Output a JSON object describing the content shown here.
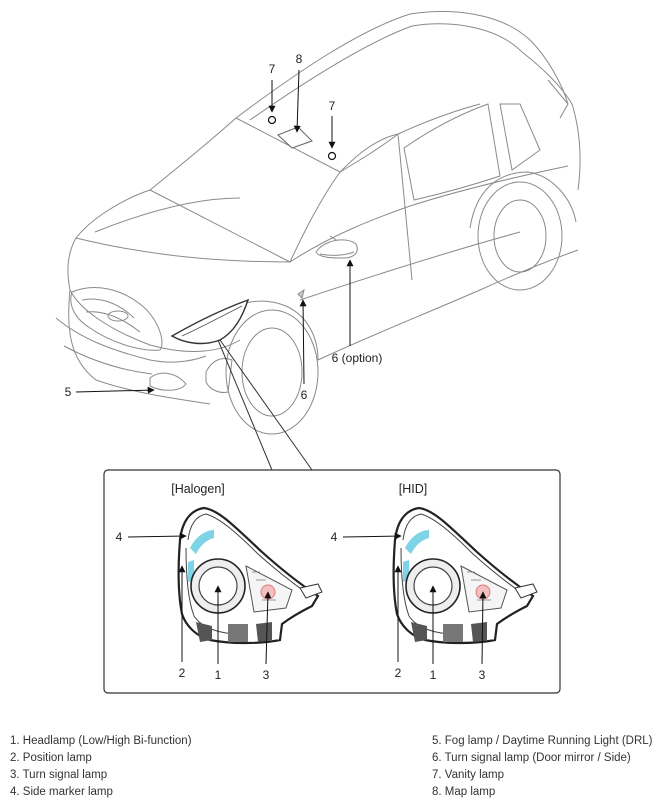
{
  "callouts": {
    "vanity_left": "7",
    "map_lamp": "8",
    "vanity_right": "7",
    "fog_lamp": "5",
    "side_marker": "6",
    "mirror_signal": "6 (option)"
  },
  "panels": [
    {
      "title": "[Halogen]",
      "labels": {
        "side_marker": "4",
        "position": "2",
        "headlamp": "1",
        "turn_signal": "3"
      }
    },
    {
      "title": "[HID]",
      "labels": {
        "side_marker": "4",
        "position": "2",
        "headlamp": "1",
        "turn_signal": "3"
      }
    }
  ],
  "legend": {
    "left": [
      "1. Headlamp (Low/High Bi-function)",
      "2. Position lamp",
      "3. Turn signal lamp",
      "4. Side marker lamp"
    ],
    "right": [
      "5. Fog lamp / Daytime Running Light (DRL)",
      "6. Turn signal lamp (Door mirror / Side)",
      "7. Vanity lamp",
      "8. Map lamp"
    ]
  },
  "colors": {
    "line": "#555555",
    "light_line": "#9a9a9a",
    "lens_accent": "#7fd3e6",
    "turn_accent": "#e07a7a"
  }
}
